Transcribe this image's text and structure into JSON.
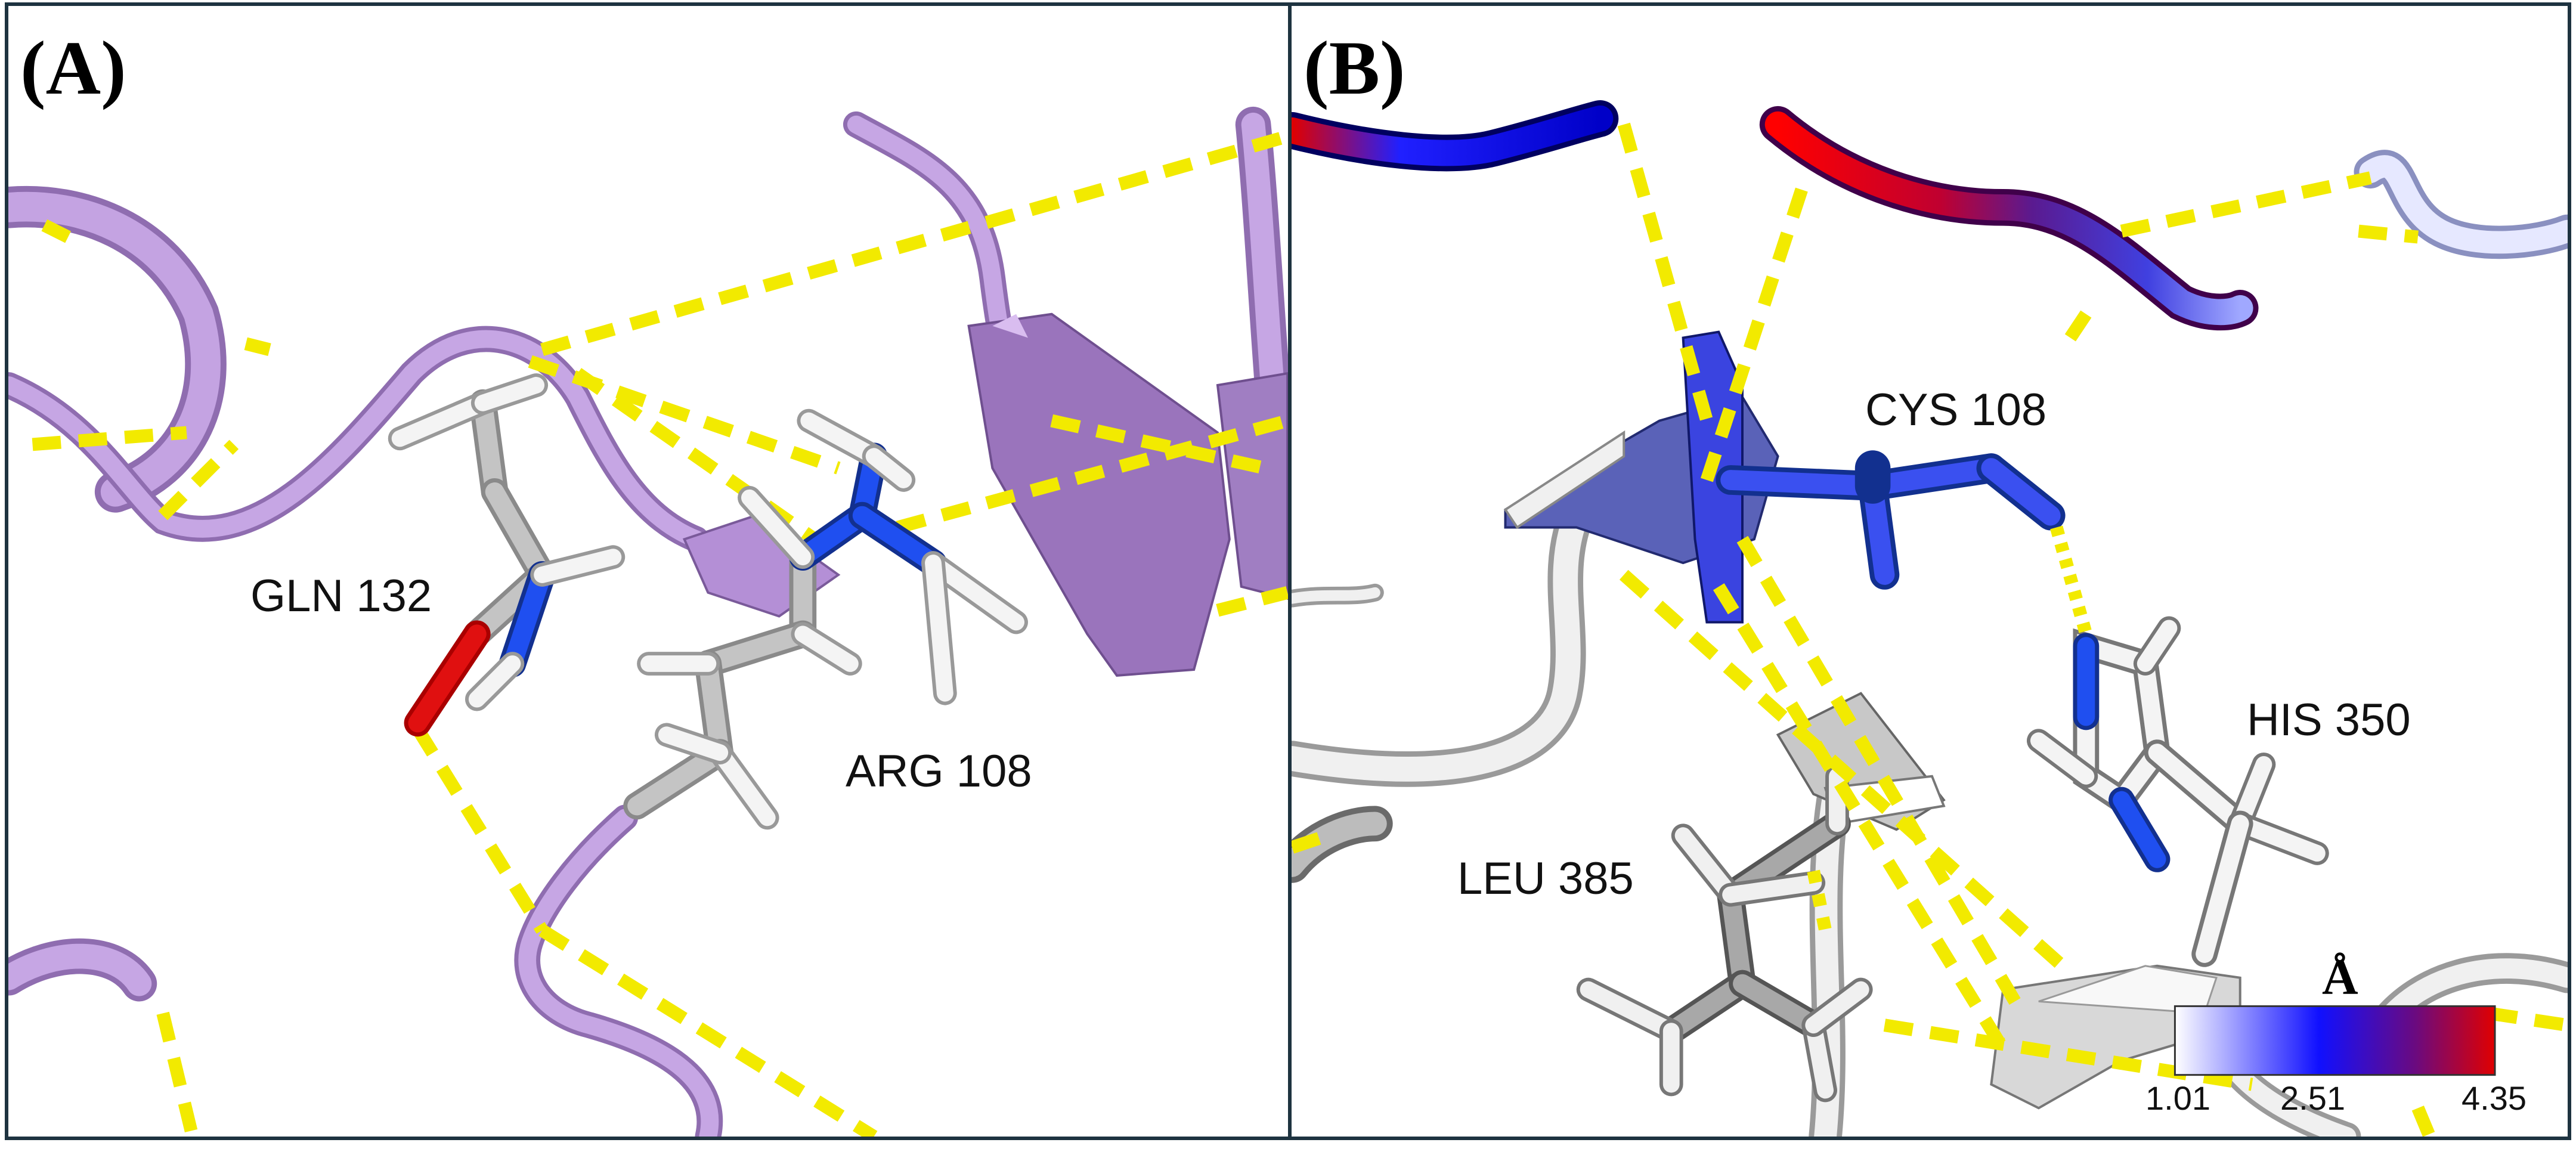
{
  "panels": {
    "a": {
      "label": "(A)",
      "residues": {
        "gln": "GLN 132",
        "arg": "ARG 108"
      }
    },
    "b": {
      "label": "(B)",
      "residues": {
        "cys": "CYS 108",
        "his": "HIS 350",
        "leu": "LEU 385"
      }
    }
  },
  "legend": {
    "unit": "Å",
    "ticks": [
      "1.01",
      "2.51",
      "4.35"
    ],
    "colors": [
      "#ffffff",
      "#1010ff",
      "#e00000"
    ]
  },
  "colors": {
    "ribbon_a": "#b48fd6",
    "ribbon_a_dark": "#9670b8",
    "hbond": "#f2ea00",
    "carbon": "#b8b8b8",
    "nitrogen": "#1f4ff0",
    "oxygen": "#e01010",
    "hydrogen": "#f4f4f4"
  }
}
